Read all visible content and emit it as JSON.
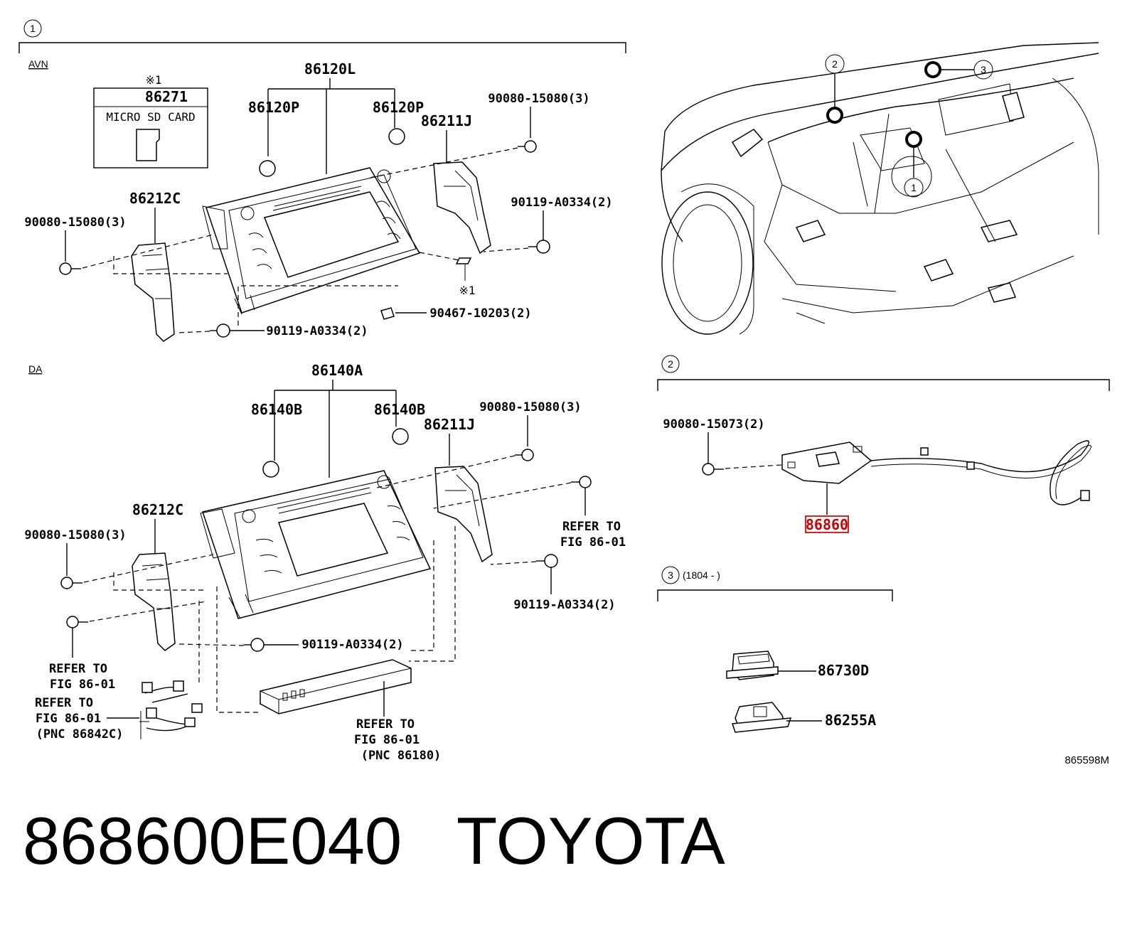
{
  "sections": {
    "s1": {
      "number": "1",
      "avn_label": "AVN",
      "da_label": "DA"
    },
    "s2": {
      "number": "2"
    },
    "s3": {
      "number": "3",
      "range": "(1804 -     )"
    }
  },
  "avn": {
    "p86271_mark": "※1",
    "p86271": "86271",
    "micro_sd": "MICRO SD CARD",
    "p86120L": "86120L",
    "p86120P_left": "86120P",
    "p86120P_right": "86120P",
    "p86211J": "86211J",
    "p86212C": "86212C",
    "bolt_top": "90080-15080(3)",
    "bolt_left": "90080-15080(3)",
    "screw_right": "90119-A0334(2)",
    "screw_bottom": "90119-A0334(2)",
    "clip": "90467-10203(2)",
    "mark": "※1"
  },
  "da": {
    "p86140A": "86140A",
    "p86140B_left": "86140B",
    "p86140B_right": "86140B",
    "p86211J": "86211J",
    "p86212C": "86212C",
    "bolt_top": "90080-15080(3)",
    "bolt_left": "90080-15080(3)",
    "screw_right": "90119-A0334(2)",
    "screw_bottom": "90119-A0334(2)",
    "refer_right_1": "REFER TO",
    "refer_right_2": "FIG 86-01",
    "refer_left_1": "REFER TO",
    "refer_left_2": "FIG 86-01",
    "refer_harness_1": "REFER TO",
    "refer_harness_2": "FIG 86-01",
    "refer_harness_3": "(PNC 86842C)",
    "refer_box_1": "REFER TO",
    "refer_box_2": "FIG 86-01",
    "refer_box_3": "(PNC 86180)"
  },
  "overview": {
    "c1": "1",
    "c2": "2",
    "c3": "3"
  },
  "mic": {
    "bolt": "90080-15073(2)",
    "part": "86860"
  },
  "sw": {
    "p86730D": "86730D",
    "p86255A": "86255A"
  },
  "fig_code": "865598M",
  "footer": {
    "part_number": "868600E040",
    "brand": "TOYOTA"
  }
}
